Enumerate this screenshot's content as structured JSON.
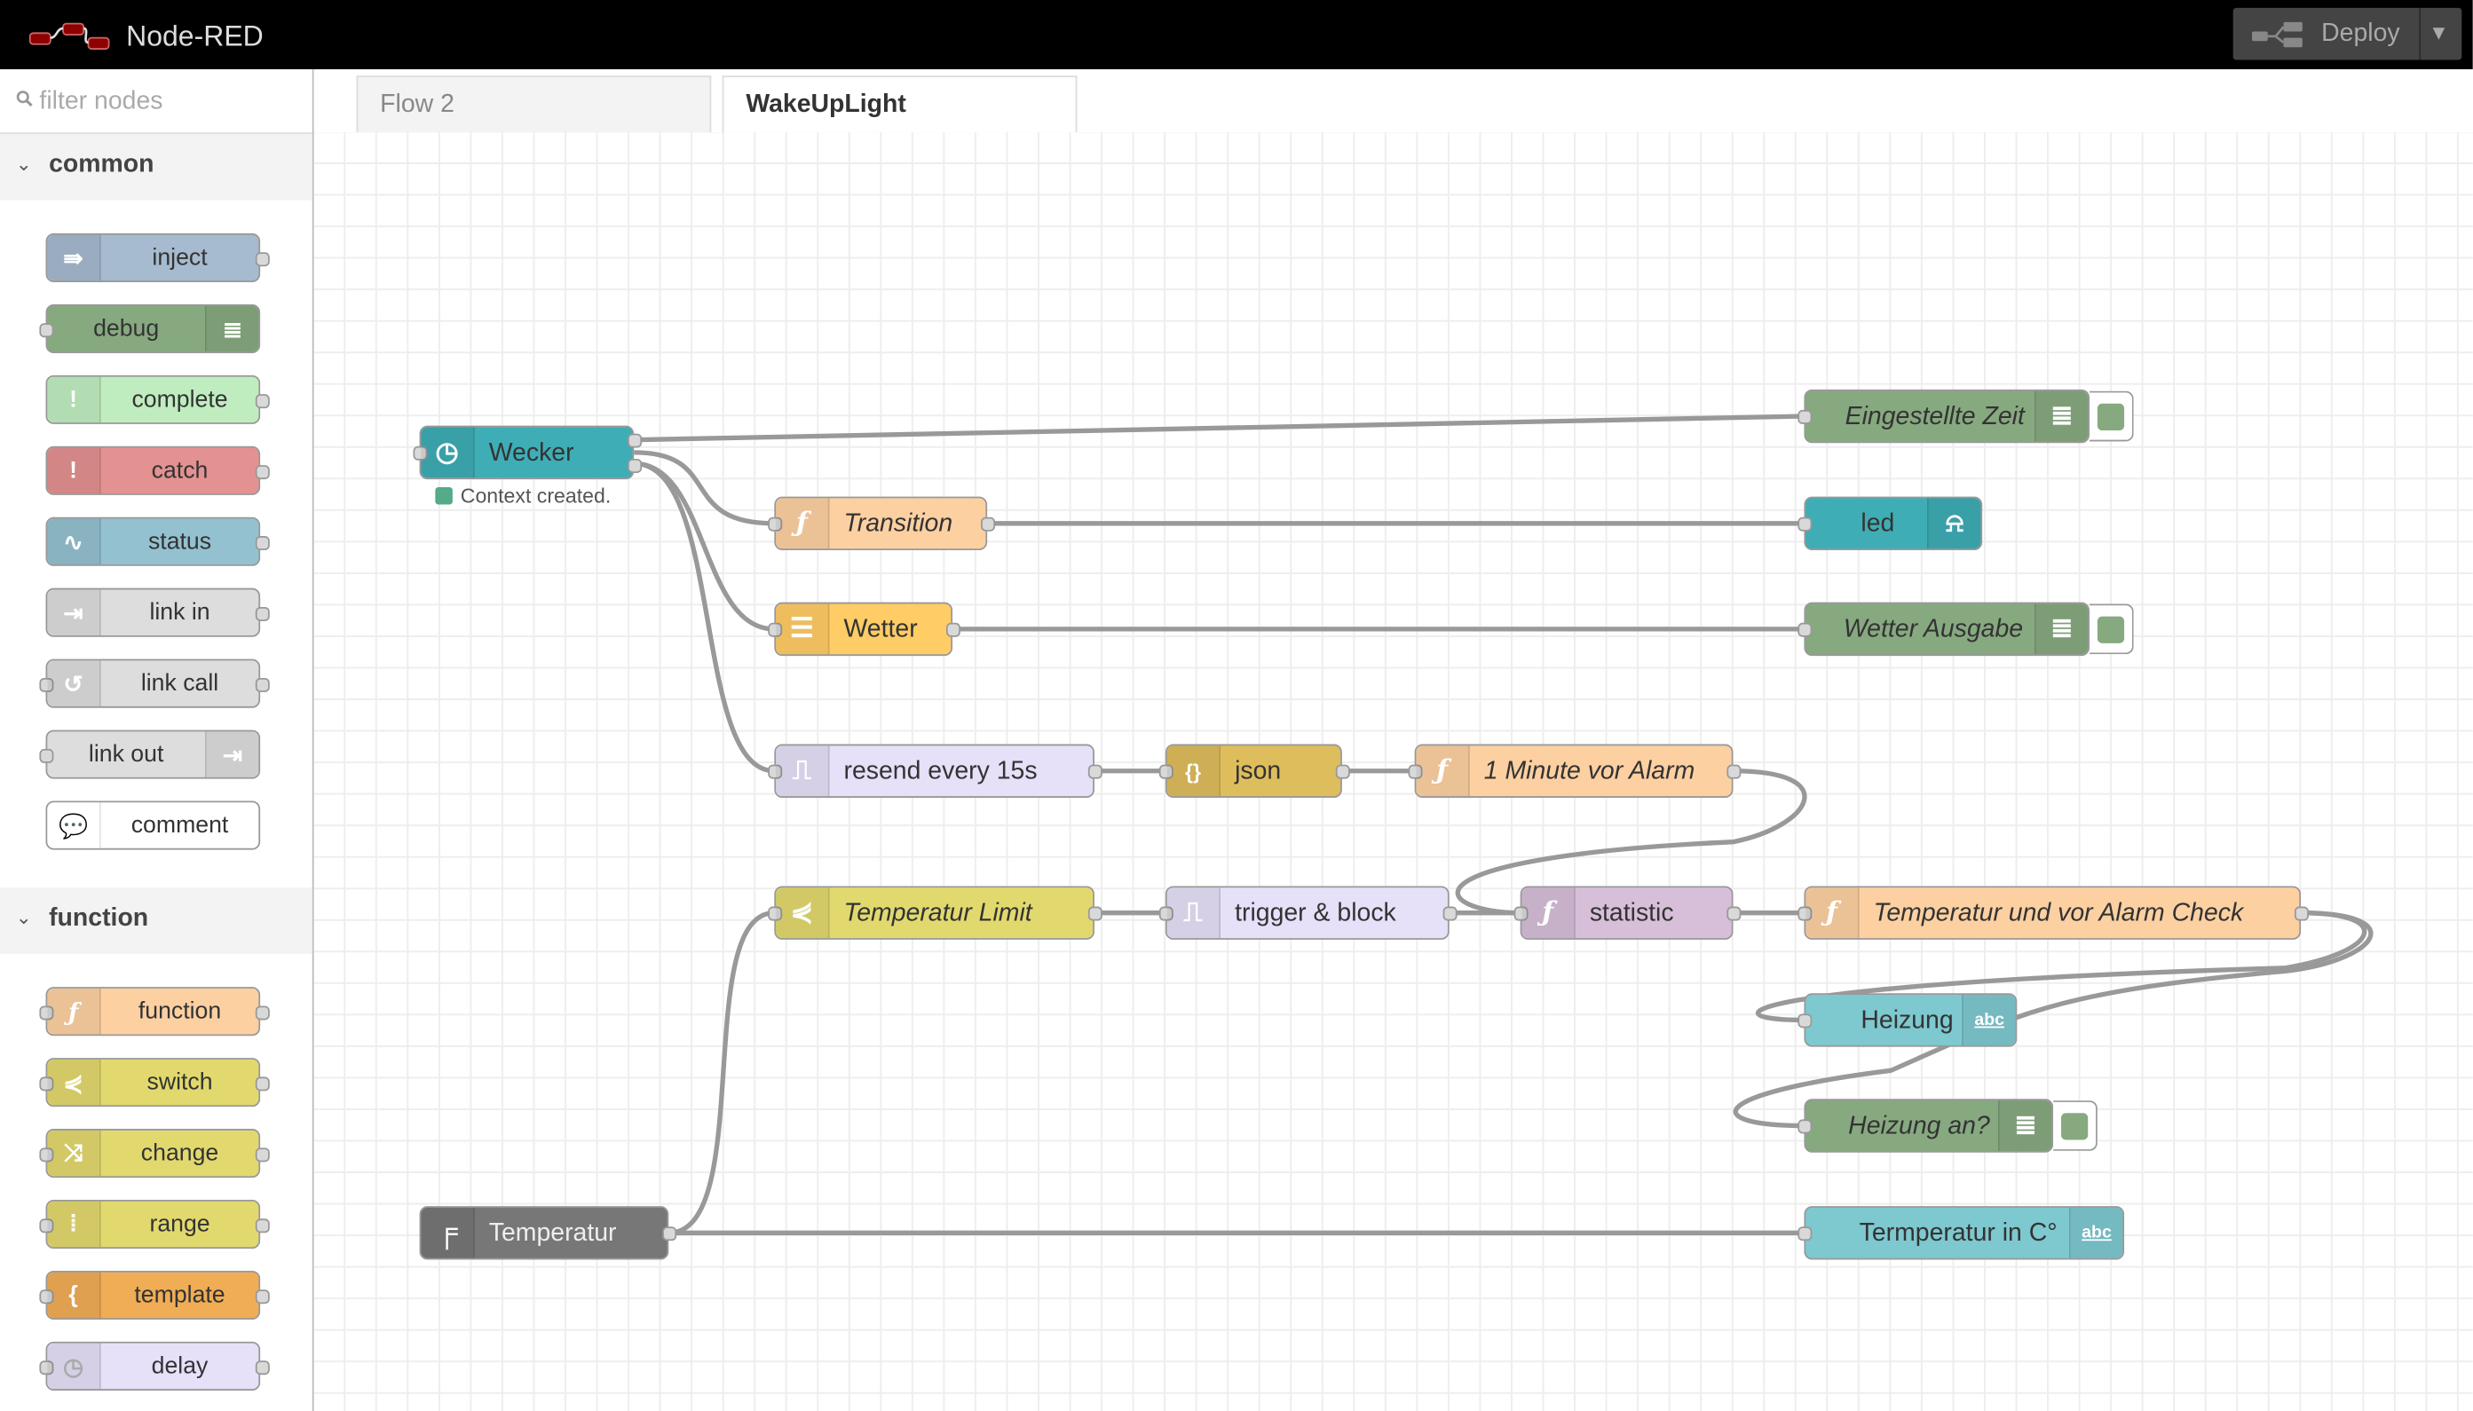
{
  "app": {
    "title": "Node-RED",
    "deploy_label": "Deploy"
  },
  "palette": {
    "filter_placeholder": "filter nodes",
    "categories": [
      {
        "label": "common",
        "nodes": [
          {
            "label": "inject",
            "color": "#a6bbcf"
          },
          {
            "label": "debug",
            "color": "#87a980"
          },
          {
            "label": "complete",
            "color": "#c0edc0"
          },
          {
            "label": "catch",
            "color": "#e49191"
          },
          {
            "label": "status",
            "color": "#94c1d0"
          },
          {
            "label": "link in",
            "color": "#dddddd"
          },
          {
            "label": "link call",
            "color": "#dddddd"
          },
          {
            "label": "link out",
            "color": "#dddddd"
          },
          {
            "label": "comment",
            "color": "#ffffff"
          }
        ]
      },
      {
        "label": "function",
        "nodes": [
          {
            "label": "function",
            "color": "#fdd0a2"
          },
          {
            "label": "switch",
            "color": "#e2d96e"
          },
          {
            "label": "change",
            "color": "#e2d96e"
          },
          {
            "label": "range",
            "color": "#e2d96e"
          },
          {
            "label": "template",
            "color": "#f0ad56"
          },
          {
            "label": "delay",
            "color": "#e6e0f8"
          }
        ]
      }
    ]
  },
  "tabs": [
    {
      "label": "Flow 2",
      "active": false
    },
    {
      "label": "WakeUpLight",
      "active": true
    }
  ],
  "flow": {
    "nodes": {
      "wecker": {
        "label": "Wecker",
        "status": "Context created.",
        "color": "#3fadb5"
      },
      "eingestellte_zeit": {
        "label": "Eingestellte Zeit",
        "color": "#87a980"
      },
      "transition": {
        "label": "Transition",
        "color": "#fdd0a2"
      },
      "led": {
        "label": "led",
        "color": "#3fadb5"
      },
      "wetter": {
        "label": "Wetter",
        "color": "#ffcc66"
      },
      "wetter_ausgabe": {
        "label": "Wetter Ausgabe",
        "color": "#87a980"
      },
      "resend": {
        "label": "resend every 15s",
        "color": "#e6e0f8"
      },
      "json": {
        "label": "json",
        "color": "#debd5c"
      },
      "minute_vor_alarm": {
        "label": "1 Minute vor Alarm",
        "color": "#fdd0a2"
      },
      "temperatur_limit": {
        "label": "Temperatur Limit",
        "color": "#e2d96e"
      },
      "trigger_block": {
        "label": "trigger & block",
        "color": "#e6e0f8"
      },
      "statistic": {
        "label": "statistic",
        "color": "#d7bfd9"
      },
      "temp_alarm_check": {
        "label": "Temperatur und vor Alarm Check",
        "color": "#fdd0a2"
      },
      "heizung": {
        "label": "Heizung",
        "badge": "abc",
        "color": "#7ec8d0"
      },
      "heizung_an": {
        "label": "Heizung an?",
        "color": "#87a980"
      },
      "temperatur": {
        "label": "Temperatur",
        "color": "#777777"
      },
      "temperatur_c": {
        "label": "Termperatur in C°",
        "badge": "abc",
        "color": "#7ec8d0"
      }
    }
  }
}
